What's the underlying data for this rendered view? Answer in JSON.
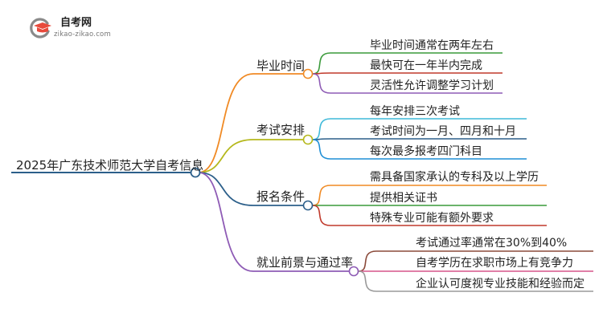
{
  "logo": {
    "title": "自考网",
    "subtitle": "zikao-zikao.com",
    "icon": "graduation-cap-icon",
    "colors": {
      "circle": "#8a8a8a",
      "cap": "#e84a3c"
    }
  },
  "mindmap": {
    "root": {
      "label": "2025年广东技术师范大学自考信息",
      "color": "#2c5f8a"
    },
    "branches": [
      {
        "label": "毕业时间",
        "color": "#f08a24",
        "children": [
          {
            "label": "毕业时间通常在两年左右",
            "color": "#3a9a3a"
          },
          {
            "label": "最快可在一年半内完成",
            "color": "#c0392b"
          },
          {
            "label": "灵活性允许调整学习计划",
            "color": "#8e5bb5"
          }
        ]
      },
      {
        "label": "考试安排",
        "color": "#b5b81c",
        "children": [
          {
            "label": "每年安排三次考试",
            "color": "#3fb9d9"
          },
          {
            "label": "考试时间为一月、四月和十月",
            "color": "#2c5f8a"
          },
          {
            "label": "每次最多报考四门科目",
            "color": "#1f8fd6"
          }
        ]
      },
      {
        "label": "报名条件",
        "color": "#2c5f8a",
        "children": [
          {
            "label": "需具备国家承认的专科及以上学历",
            "color": "#f08a24"
          },
          {
            "label": "提供相关证书",
            "color": "#3a9a3a"
          },
          {
            "label": "特殊专业可能有额外要求",
            "color": "#c0392b"
          }
        ]
      },
      {
        "label": "就业前景与通过率",
        "color": "#8e5bb5",
        "children": [
          {
            "label": "考试通过率通常在30%到40%",
            "color": "#8b4a3a"
          },
          {
            "label": "自考学历在求职市场上有竞争力",
            "color": "#d6558a"
          },
          {
            "label": "企业认可度视专业技能和经验而定",
            "color": "#9a9a9a"
          }
        ]
      }
    ]
  }
}
